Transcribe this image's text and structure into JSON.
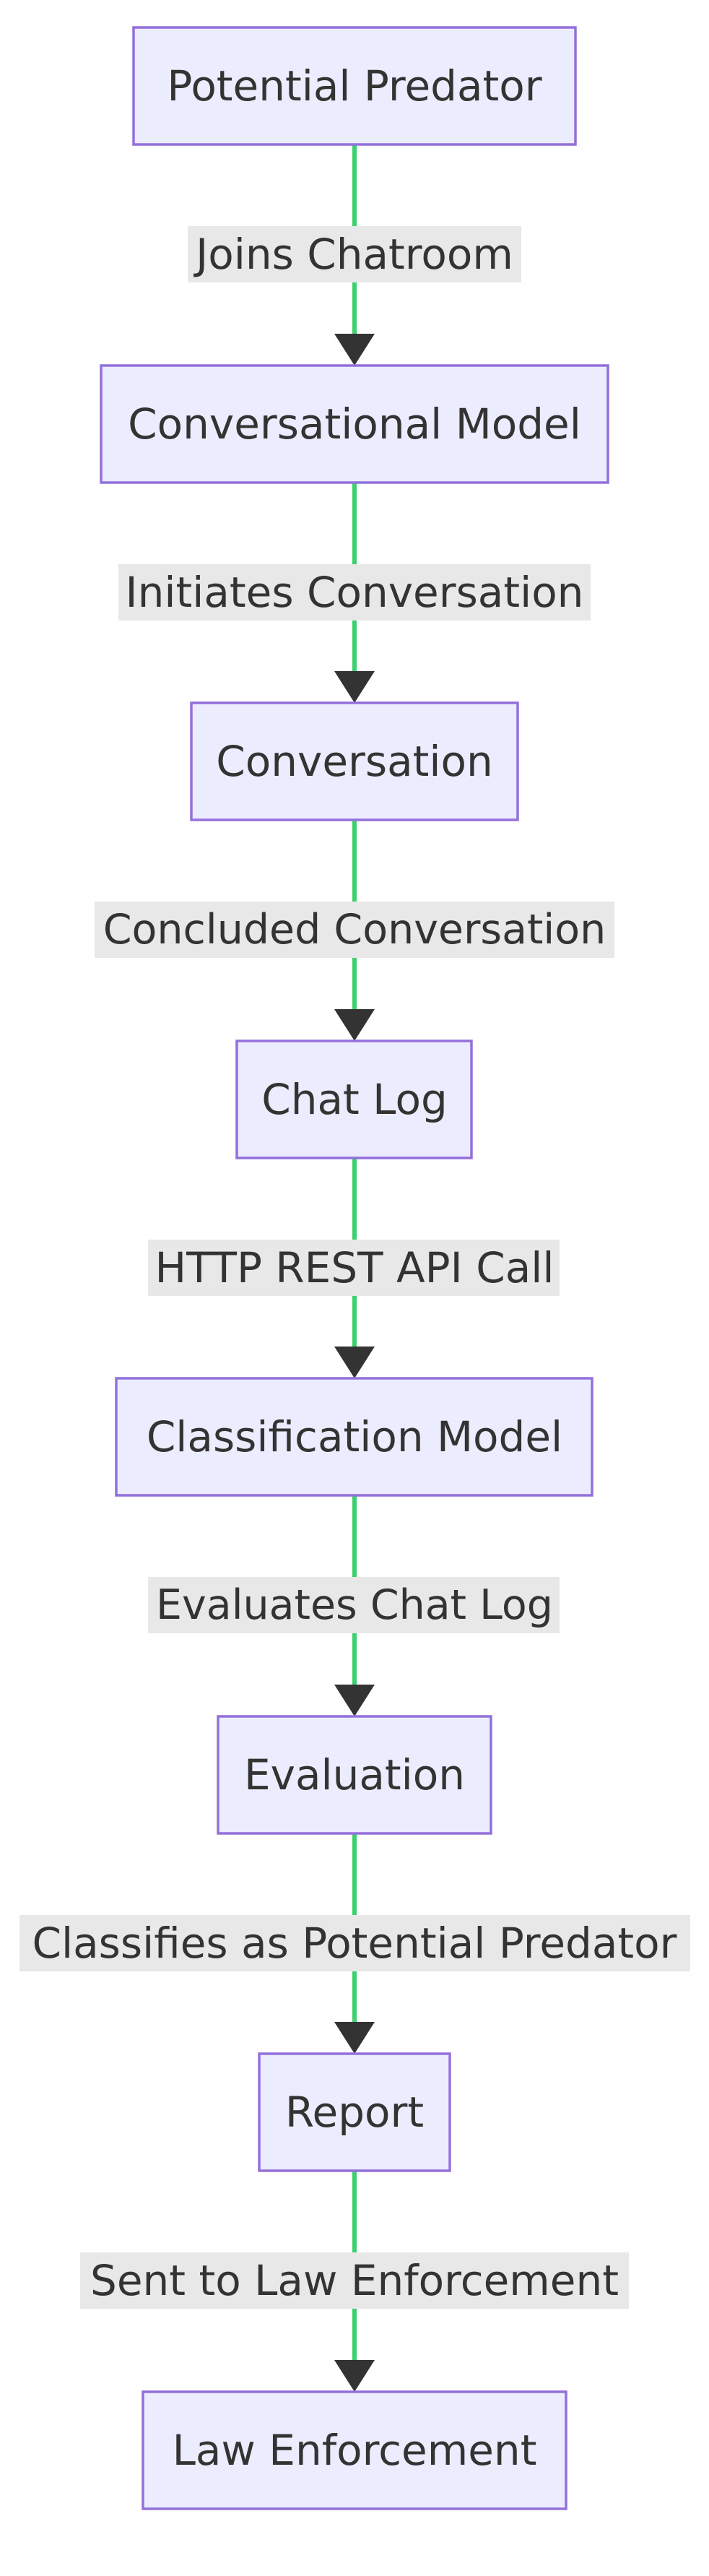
{
  "diagram": {
    "type": "flowchart",
    "direction": "top-to-bottom",
    "colors": {
      "node_fill": "#ececff",
      "node_border": "#9370db",
      "edge": "#3ecf6e",
      "arrow": "#333333",
      "label_bg": "#e8e8e8",
      "text": "#333333"
    },
    "nodes": [
      {
        "id": "potential-predator",
        "label": "Potential Predator"
      },
      {
        "id": "conversational-model",
        "label": "Conversational Model"
      },
      {
        "id": "conversation",
        "label": "Conversation"
      },
      {
        "id": "chat-log",
        "label": "Chat Log"
      },
      {
        "id": "classification-model",
        "label": "Classification Model"
      },
      {
        "id": "evaluation",
        "label": "Evaluation"
      },
      {
        "id": "report",
        "label": "Report"
      },
      {
        "id": "law-enforcement",
        "label": "Law Enforcement"
      }
    ],
    "edges": [
      {
        "from": "potential-predator",
        "to": "conversational-model",
        "label": "Joins Chatroom"
      },
      {
        "from": "conversational-model",
        "to": "conversation",
        "label": "Initiates Conversation"
      },
      {
        "from": "conversation",
        "to": "chat-log",
        "label": "Concluded Conversation"
      },
      {
        "from": "chat-log",
        "to": "classification-model",
        "label": "HTTP REST API Call"
      },
      {
        "from": "classification-model",
        "to": "evaluation",
        "label": "Evaluates Chat Log"
      },
      {
        "from": "evaluation",
        "to": "report",
        "label": "Classifies as Potential Predator"
      },
      {
        "from": "report",
        "to": "law-enforcement",
        "label": "Sent to Law Enforcement"
      }
    ]
  }
}
